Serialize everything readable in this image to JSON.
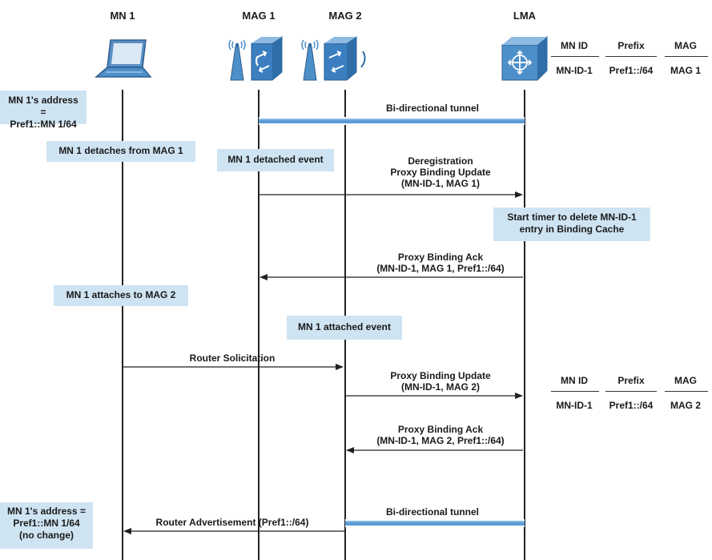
{
  "entities": {
    "mn1": "MN 1",
    "mag1": "MAG 1",
    "mag2": "MAG 2",
    "lma": "LMA"
  },
  "binding_table_1": {
    "headers": [
      "MN ID",
      "Prefix",
      "MAG"
    ],
    "row": [
      "MN-ID-1",
      "Pref1::/64",
      "MAG 1"
    ]
  },
  "binding_table_2": {
    "headers": [
      "MN ID",
      "Prefix",
      "MAG"
    ],
    "row": [
      "MN-ID-1",
      "Pref1::/64",
      "MAG 2"
    ]
  },
  "notes": {
    "mn_address_1": [
      "MN 1's address =",
      "Pref1::MN 1/64"
    ],
    "mn_detaches": "MN 1 detaches from MAG 1",
    "detached_event": "MN 1 detached event",
    "start_timer": [
      "Start timer to delete MN-ID-1",
      "entry in Binding Cache"
    ],
    "mn_attaches": "MN 1 attaches to MAG 2",
    "attached_event": "MN 1 attached event",
    "mn_address_2": [
      "MN 1's address =",
      "Pref1::MN 1/64",
      "(no change)"
    ]
  },
  "messages": {
    "tunnel_1": "Bi-directional tunnel",
    "dereg_pbu": [
      "Deregistration",
      "Proxy Binding Update",
      "(MN-ID-1, MAG 1)"
    ],
    "pba_1": [
      "Proxy Binding Ack",
      "(MN-ID-1, MAG 1, Pref1::/64)"
    ],
    "router_solicitation": "Router Solicitation",
    "pbu_2": [
      "Proxy Binding Update",
      "(MN-ID-1, MAG 2)"
    ],
    "pba_2": [
      "Proxy Binding Ack",
      "(MN-ID-1, MAG 2, Pref1::/64)"
    ],
    "tunnel_2": "Bi-directional tunnel",
    "router_advertisement": "Router Advertisement (Pref1::/64)"
  },
  "colors": {
    "note_fill": "#cfe4f3",
    "icon_blue": "#4d8fc9",
    "icon_dark": "#2f6ea8",
    "tunnel": "#5b9bd5",
    "line": "#222222"
  }
}
